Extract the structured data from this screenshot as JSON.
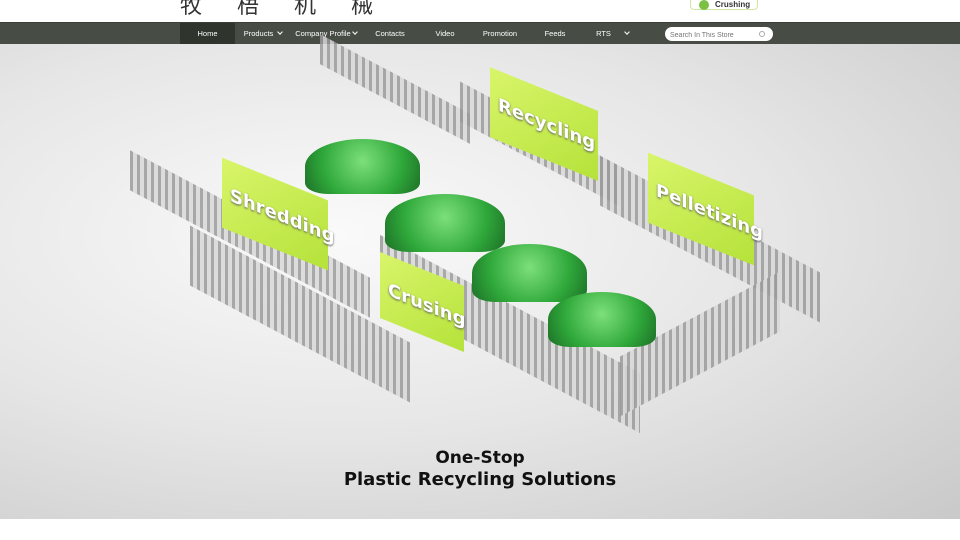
{
  "header": {
    "brand": "牧 梧 机 械",
    "badge": "Crushing"
  },
  "nav": {
    "items": [
      "Home",
      "Products",
      "Company Profile",
      "Contacts",
      "Video",
      "Promotion",
      "Feeds",
      "RTS"
    ],
    "search_placeholder": "Search In This Store"
  },
  "hero": {
    "signs": [
      "Recycling",
      "Shredding",
      "Pelletizing",
      "Crusing"
    ],
    "slogan_line1": "One-Stop",
    "slogan_line2": "Plastic Recycling Solutions"
  },
  "colors": {
    "nav": "#474d44",
    "nav_active": "#2f342d",
    "accent": "#b5e23a"
  }
}
